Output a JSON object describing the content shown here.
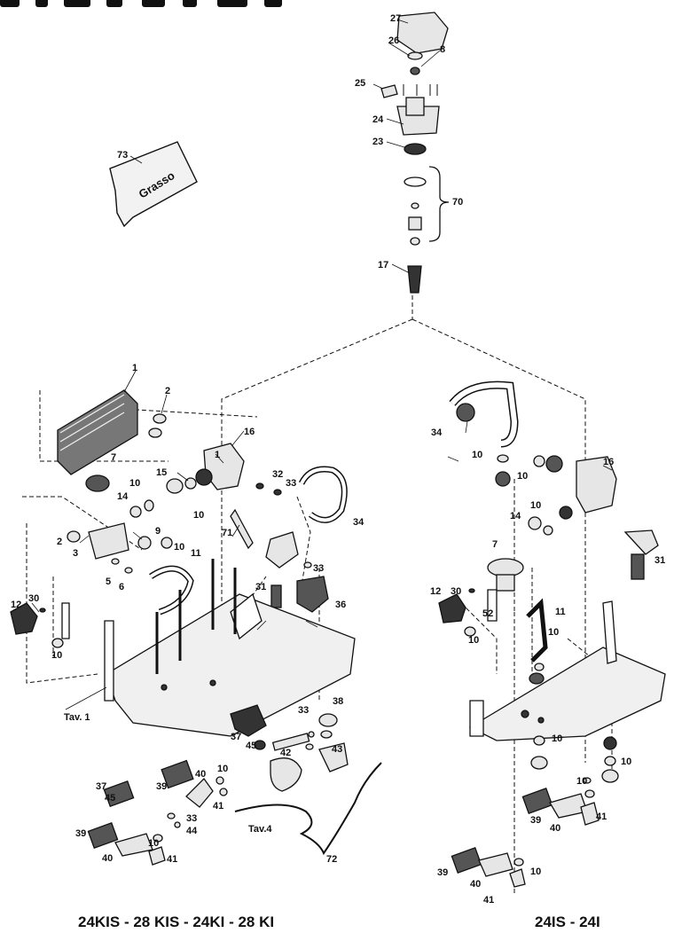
{
  "captions": {
    "left": "24KIS - 28 KIS - 24KI - 28 KI",
    "right": "24IS - 24I"
  },
  "tube_label": "Grasso",
  "tav_labels": {
    "tav1": "Tav. 1",
    "tav4": "Tav.4"
  },
  "callouts": {
    "c27": "27",
    "c26": "26",
    "c8": "8",
    "c25": "25",
    "c24": "24",
    "c23": "23",
    "c70": "70",
    "c17": "17",
    "c73": "73",
    "l1a": "1",
    "l2a": "2",
    "l16": "16",
    "l1b": "1",
    "l7": "7",
    "l14": "14",
    "l10a": "10",
    "l15": "15",
    "l10b": "10",
    "l32": "32",
    "l33a": "33",
    "l34": "34",
    "l2b": "2",
    "l3": "3",
    "l9": "9",
    "l71": "71",
    "l10c": "10",
    "l11": "11",
    "l5": "5",
    "l6": "6",
    "l31": "31",
    "l33b": "33",
    "l36": "36",
    "l12": "12",
    "l30": "30",
    "l10d": "10",
    "l38": "38",
    "l33c": "33",
    "l37a": "37",
    "l45a": "45",
    "l42": "42",
    "l43": "43",
    "l40a": "40",
    "l39a": "39",
    "l10e": "10",
    "l41a": "41",
    "l37b": "37",
    "l45b": "45",
    "l33d": "33",
    "l44": "44",
    "l39b": "39",
    "l10f": "10",
    "l40b": "40",
    "l41b": "41",
    "l72": "72",
    "r34": "34",
    "r10a": "10",
    "r10b": "10",
    "r16": "16",
    "r14": "14",
    "r10c": "10",
    "r7": "7",
    "r31": "31",
    "r12": "12",
    "r30": "30",
    "r52": "52",
    "r11": "11",
    "r10d": "10",
    "r10e": "10",
    "r10f": "10",
    "r10g": "10",
    "r10h": "10",
    "r39a": "39",
    "r40a": "40",
    "r41a": "41",
    "r39b": "39",
    "r40b": "40",
    "r10i": "10",
    "r41b": "41"
  },
  "colors": {
    "ink": "#111111",
    "part_fill": "#e6e6e6",
    "part_dark": "#555555",
    "background": "#ffffff"
  }
}
